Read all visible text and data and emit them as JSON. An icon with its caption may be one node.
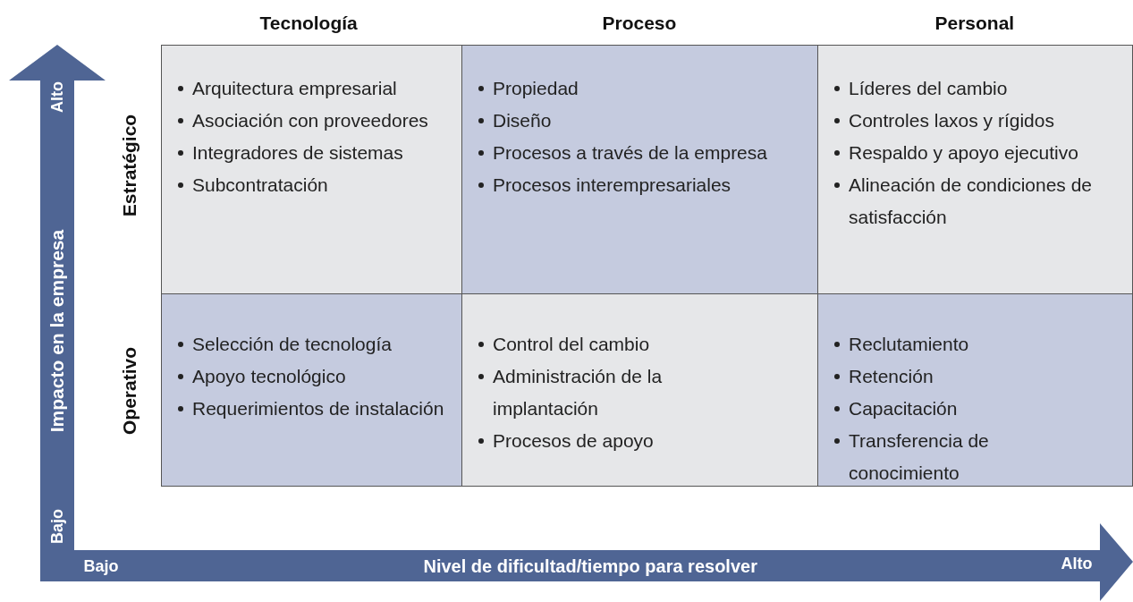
{
  "diagram": {
    "nodes": [
      {
        "text": [
          "Arquitectura empresarial",
          "Asociación con proveedores",
          "Integradores de sistemas",
          "Subcontratación"
        ]
      },
      {
        "text": [
          "Propiedad",
          "Diseño",
          "Procesos a través de la empresa",
          "Procesos interempresariales"
        ]
      },
      {
        "text": [
          "Líderes del cambio",
          "Controles laxos y rígidos",
          "Respaldo y apoyo ejecutivo",
          "Alineación de condiciones de satisfacción"
        ]
      },
      {
        "text": [
          "Selección de tecnología",
          "Apoyo tecnológico",
          "Requerimientos de instalación"
        ]
      },
      {
        "text": [
          "Control del cambio",
          "Administración de la implantación",
          "Procesos de apoyo"
        ]
      },
      {
        "text": [
          "Reclutamiento",
          "Retención",
          "Capacitación",
          "Transferencia de conocimiento"
        ]
      }
    ],
    "labels": [
      "Tecnología",
      "Proceso",
      "Personal",
      "Alto",
      "Estratégico",
      "Impacto en la empresa",
      "Operativo",
      "Bajo",
      "Bajo",
      "Nivel de dificultad/tiempo para resolver",
      "Alto"
    ]
  }
}
